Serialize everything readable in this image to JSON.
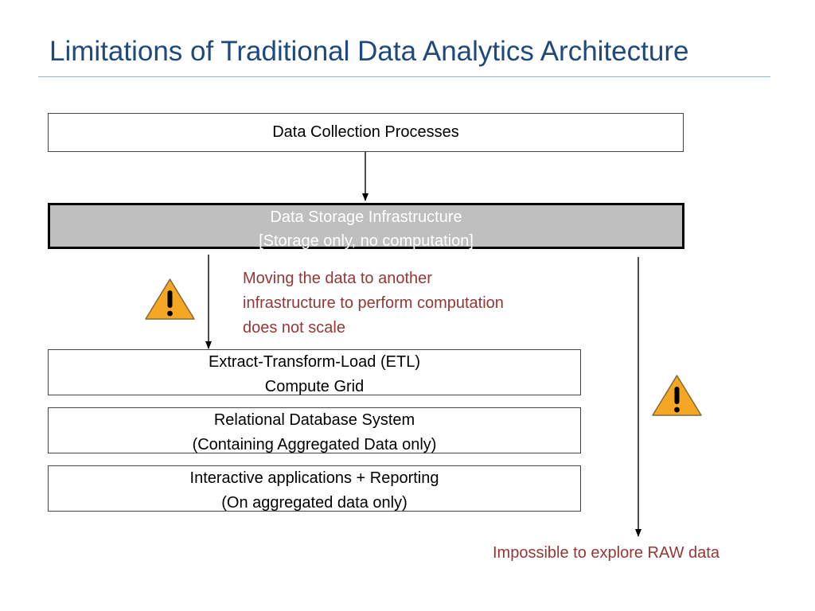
{
  "slide": {
    "title": "Limitations of Traditional Data Analytics Architecture"
  },
  "boxes": {
    "collection": {
      "line1": "Data Collection Processes"
    },
    "storage": {
      "line1": "Data Storage Infrastructure",
      "line2": "[Storage only, no computation]"
    },
    "etl": {
      "line1": "Extract-Transform-Load (ETL)",
      "line2": "Compute Grid"
    },
    "rdbms": {
      "line1": "Relational Database System",
      "line2": "(Containing Aggregated Data only)"
    },
    "apps": {
      "line1": "Interactive applications + Reporting",
      "line2": "(On aggregated data only)"
    }
  },
  "notes": {
    "scale": {
      "line1": "Moving the data to another",
      "line2": "infrastructure to perform computation",
      "line3": "does not scale"
    },
    "raw": "Impossible to explore RAW data"
  },
  "icons": {
    "warning_1": "warning-icon",
    "warning_2": "warning-icon"
  },
  "colors": {
    "title": "#1F497D",
    "title_rule": "#95B3D7",
    "storage_fill": "#BFBFBF",
    "storage_text": "#FFFFFF",
    "note_text": "#953735",
    "warning_fill": "#F5A623",
    "warning_stroke": "#7F6A3A"
  }
}
